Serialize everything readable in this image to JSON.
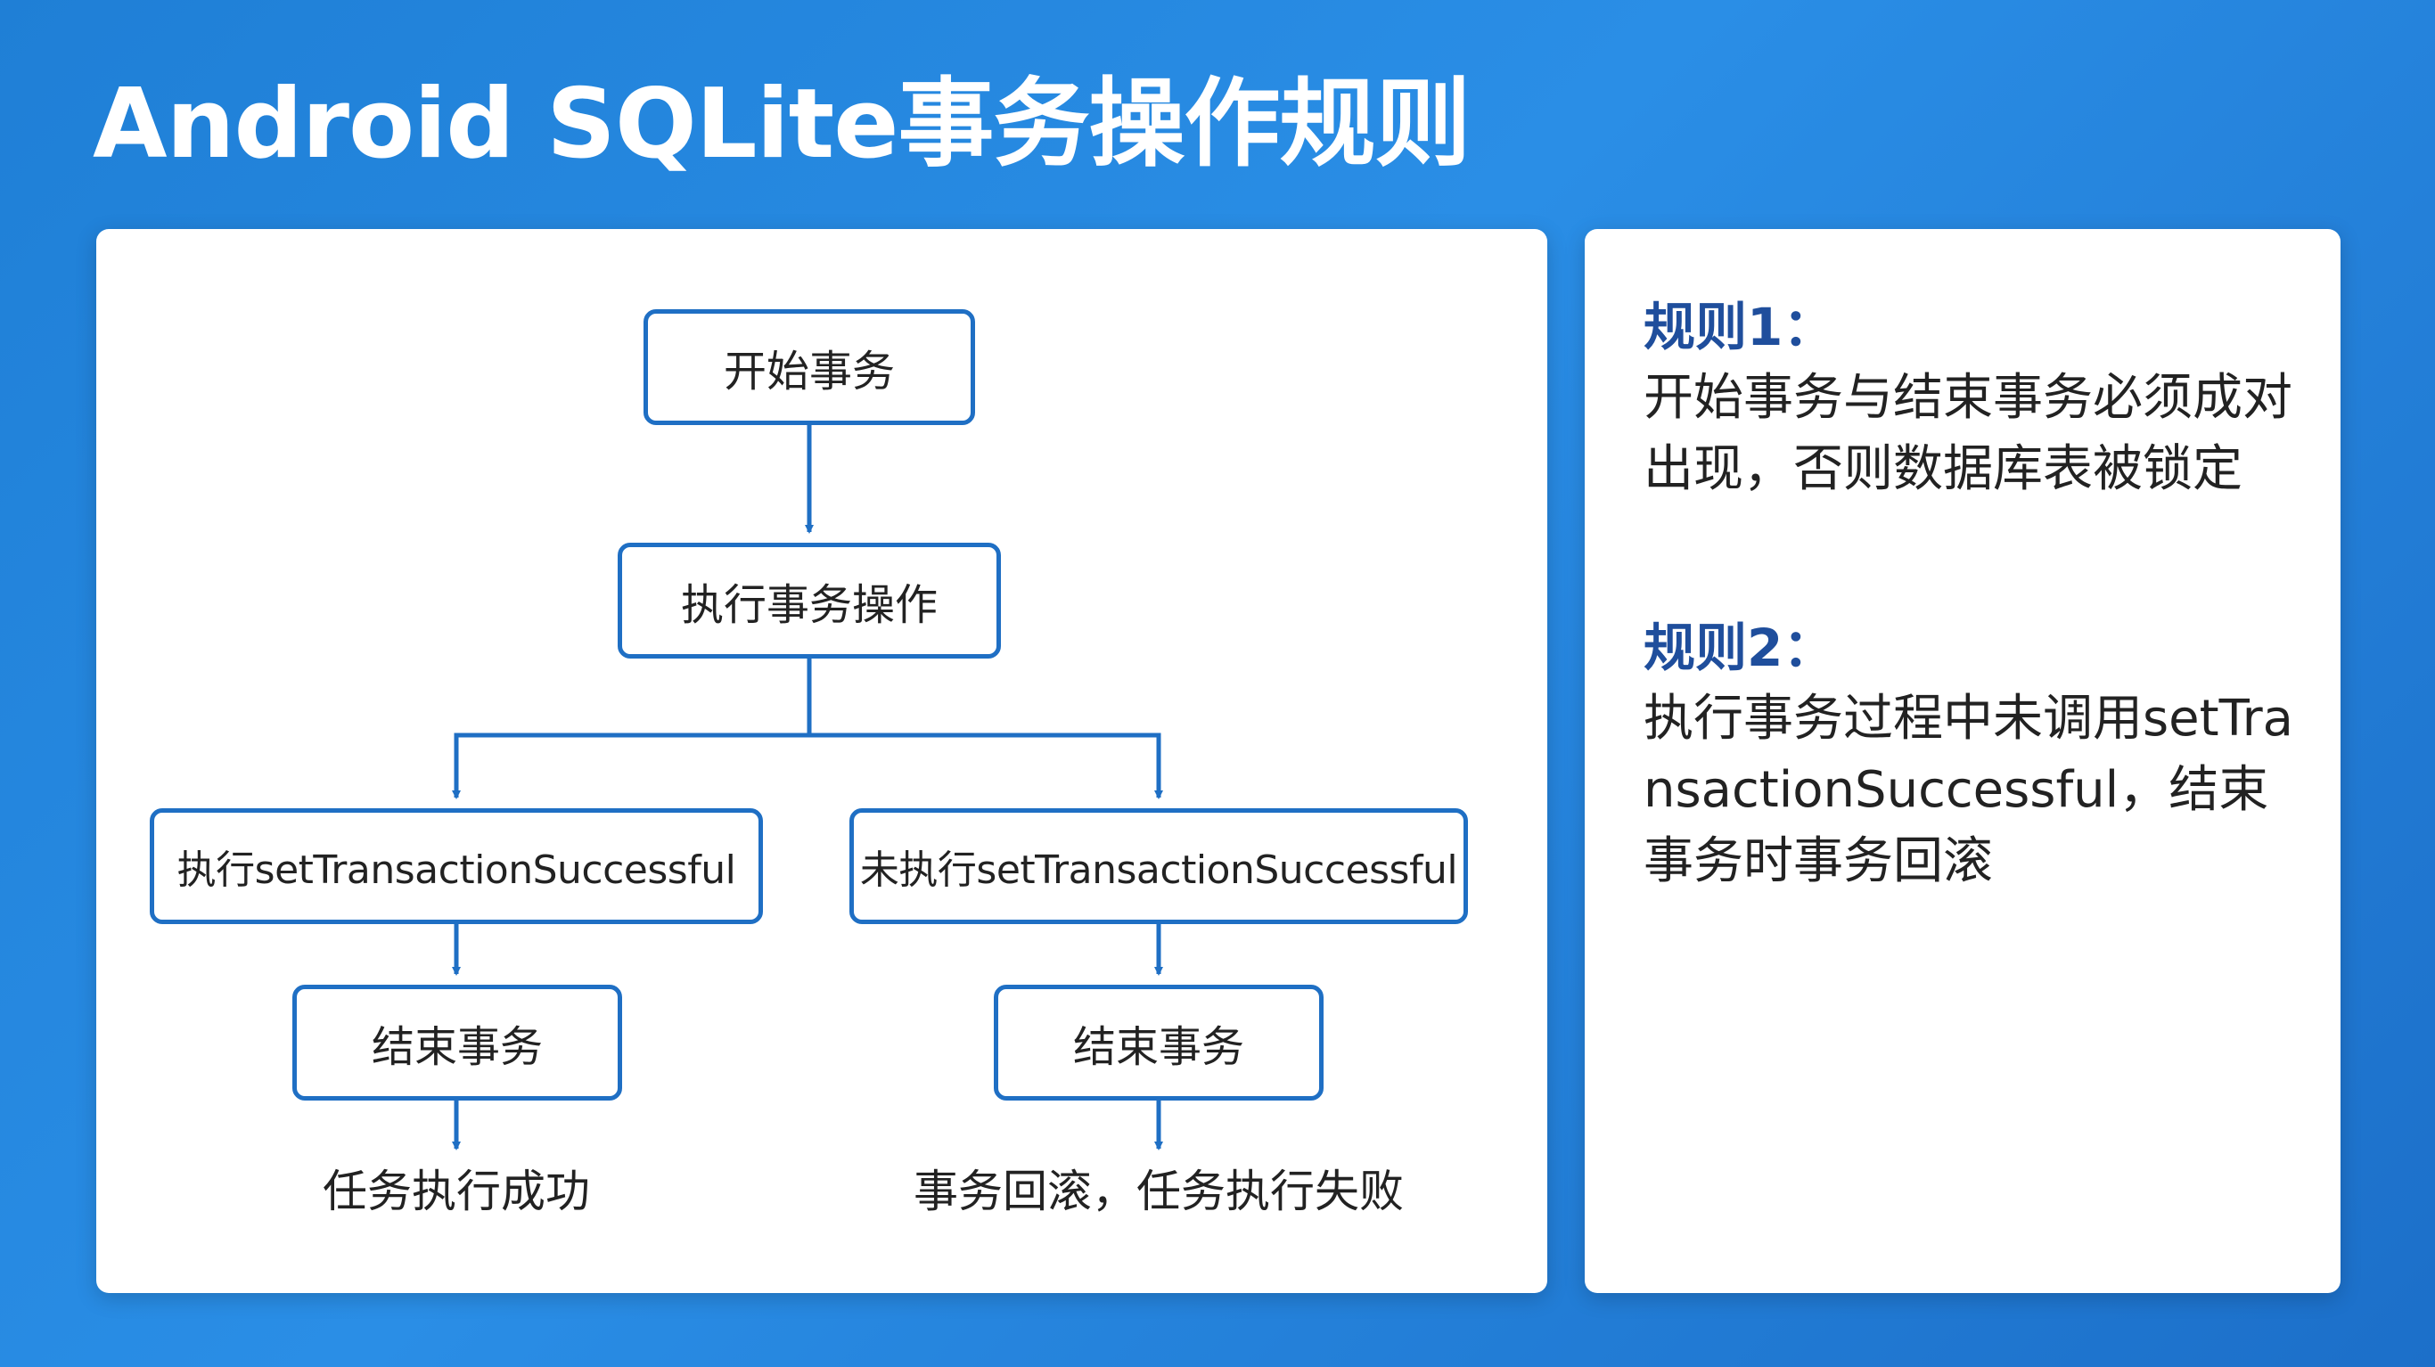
{
  "title": "Android SQLite事务操作规则",
  "diagram": {
    "start": "开始事务",
    "execute": "执行事务操作",
    "branch_success": "执行setTransactionSuccessful",
    "branch_fail": "未执行setTransactionSuccessful",
    "end_left": "结束事务",
    "end_right": "结束事务",
    "outcome_success": "任务执行成功",
    "outcome_fail": "事务回滚，任务执行失败"
  },
  "rules": [
    {
      "title": "规则1：",
      "text": "开始事务与结束事务必须成对出现，否则数据库表被锁定"
    },
    {
      "title": "规则2：",
      "text": "执行事务过程中未调用setTransactionSuccessful，结束事务时事务回滚"
    }
  ],
  "colors": {
    "background": "#2a8ee6",
    "node_border": "#1f6fc4",
    "rule_title": "#1f4e9c"
  }
}
